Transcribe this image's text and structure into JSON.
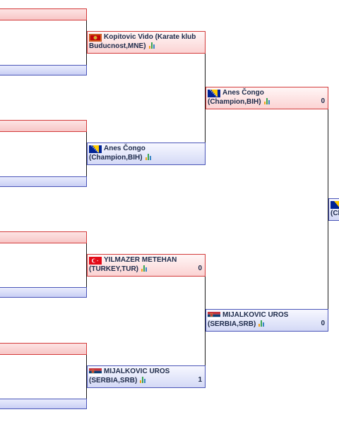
{
  "matches": {
    "r2_m1_top": {
      "name": "Kopitovic Vido (Karate klub",
      "club": "Buducnost,MNE)",
      "score": "",
      "flag": "montenegro-flag-icon"
    },
    "r2_m1_bot": {
      "name": "Anes Čongo",
      "club": "(Champion,BIH)",
      "score": "",
      "flag": "bosnia-flag-icon"
    },
    "r2_m2_top": {
      "name": "YILMAZER METEHAN",
      "club": "(TURKEY,TUR)",
      "score": "0",
      "flag": "turkey-flag-icon"
    },
    "r2_m2_bot": {
      "name": "MIJALKOVIC UROS",
      "club": "(SERBIA,SRB)",
      "score": "1",
      "flag": "serbia-flag-icon"
    },
    "r3_m1_top": {
      "name": "Anes Čongo",
      "club": "(Champion,BIH)",
      "score": "0",
      "flag": "bosnia-flag-icon"
    },
    "r3_m1_bot": {
      "name": "MIJALKOVIC UROS",
      "club": "(SERBIA,SRB)",
      "score": "0",
      "flag": "serbia-flag-icon"
    },
    "r4_top": {
      "club": "(Ch",
      "flag": "bosnia-flag-icon"
    }
  },
  "colors": {
    "red": "#d33b3b",
    "blue": "#4a55b8"
  }
}
